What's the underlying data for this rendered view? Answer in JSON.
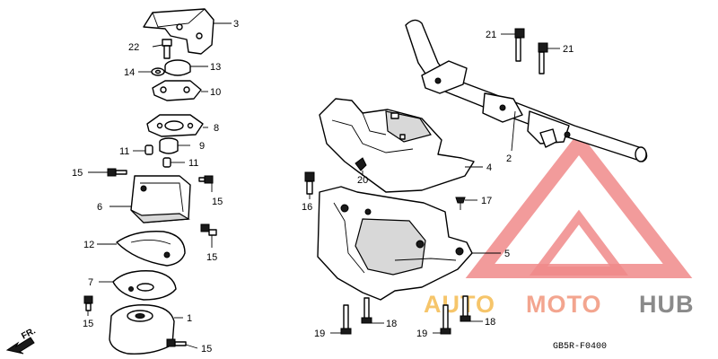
{
  "diagram_code": "GB5R-F0400",
  "direction_label": "FR.",
  "watermark": {
    "word_a": "AUTO",
    "word_b": "MOTO",
    "word_c": "HUB",
    "colors": {
      "triangle": "#f08a8a",
      "auto": "#f6c56a",
      "moto": "#f3a58f",
      "hub": "#8a8a8a"
    }
  },
  "callouts": {
    "p1": "1",
    "p2": "2",
    "p3": "3",
    "p4": "4",
    "p5": "5",
    "p6": "6",
    "p7": "7",
    "p8": "8",
    "p9": "9",
    "p10": "10",
    "p11a": "11",
    "p11b": "11",
    "p12": "12",
    "p13": "13",
    "p14": "14",
    "p15a": "15",
    "p15b": "15",
    "p15c": "15",
    "p15d": "15",
    "p15e": "15",
    "p16": "16",
    "p17": "17",
    "p18a": "18",
    "p18b": "18",
    "p19a": "19",
    "p19b": "19",
    "p20": "20",
    "p21a": "21",
    "p21b": "21",
    "p22": "22"
  }
}
